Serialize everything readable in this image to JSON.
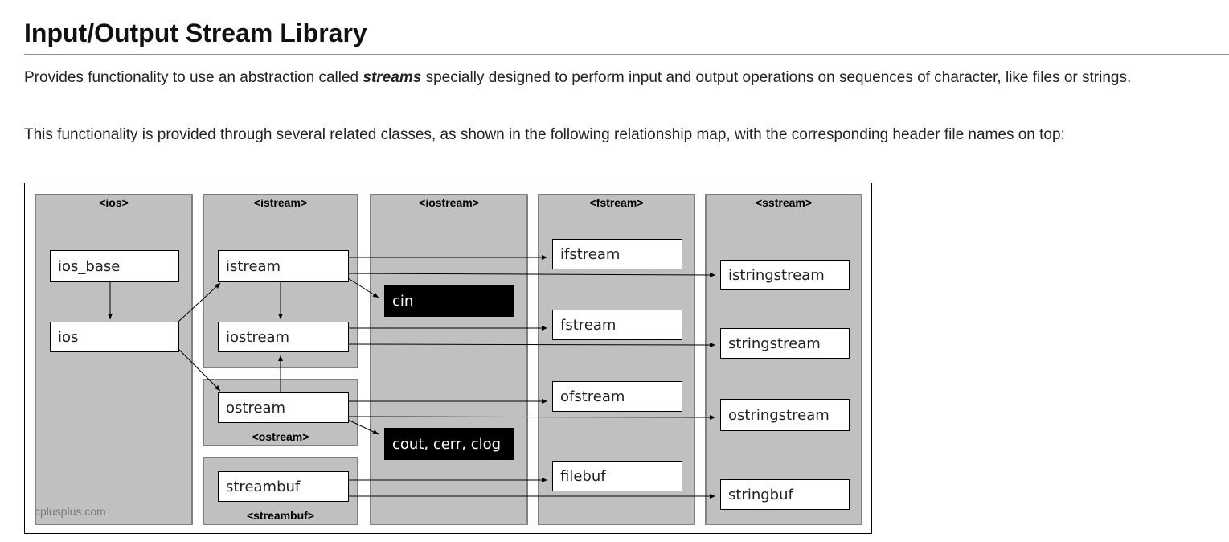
{
  "heading": "Input/Output Stream Library",
  "intro": {
    "before": "Provides functionality to use an abstraction called ",
    "emphasis": "streams",
    "after": " specially designed to perform input and output operations on sequences of character, like files or strings."
  },
  "description": "This functionality is provided through several related classes, as shown in the following relationship map, with the corresponding header file names on top:",
  "diagram": {
    "headers": {
      "ios": "<ios>",
      "istream": "<istream>",
      "ostream": "<ostream>",
      "streambuf": "<streambuf>",
      "iostream": "<iostream>",
      "fstream": "<fstream>",
      "sstream": "<sstream>"
    },
    "classes": {
      "ios_base": "ios_base",
      "ios": "ios",
      "istream": "istream",
      "iostream": "iostream",
      "ostream": "ostream",
      "streambuf": "streambuf",
      "cin": "cin",
      "cout": "cout, cerr, clog",
      "ifstream": "ifstream",
      "fstream": "fstream",
      "ofstream": "ofstream",
      "filebuf": "filebuf",
      "istringstream": "istringstream",
      "stringstream": "stringstream",
      "ostringstream": "ostringstream",
      "stringbuf": "stringbuf"
    },
    "watermark": "cplusplus.com",
    "colors": {
      "group_fill": "#c0c0c0",
      "group_border": "#808080",
      "object_box": "#000000"
    }
  }
}
